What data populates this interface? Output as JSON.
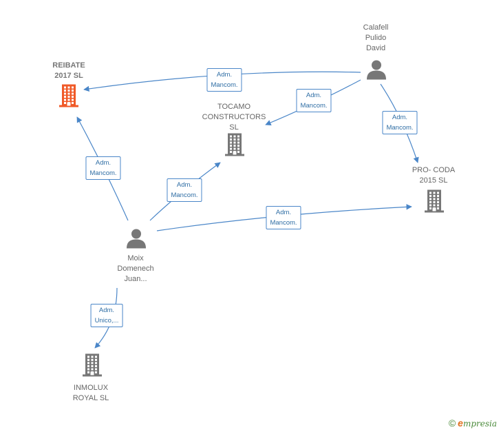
{
  "colors": {
    "edge": "#4a86c8",
    "company": "#777777",
    "company_highlight": "#f05a28",
    "person": "#777777"
  },
  "nodes": {
    "reibate": {
      "label": "REIBATE\n2017  SL",
      "kind": "company",
      "highlight": true
    },
    "tocamo": {
      "label": "TOCAMO\nCONSTRUCTORS\nSL",
      "kind": "company"
    },
    "procoda": {
      "label": "PRO- CODA\n2015  SL",
      "kind": "company"
    },
    "inmolux": {
      "label": "INMOLUX\nROYAL  SL",
      "kind": "company"
    },
    "calafell": {
      "label": "Calafell\nPulido\nDavid",
      "kind": "person"
    },
    "moix": {
      "label": "Moix\nDomenech\nJuan...",
      "kind": "person"
    }
  },
  "edges": [
    {
      "from": "calafell",
      "to": "reibate",
      "label": "Adm.\nMancom."
    },
    {
      "from": "calafell",
      "to": "tocamo",
      "label": "Adm.\nMancom."
    },
    {
      "from": "calafell",
      "to": "procoda",
      "label": "Adm.\nMancom."
    },
    {
      "from": "moix",
      "to": "reibate",
      "label": "Adm.\nMancom."
    },
    {
      "from": "moix",
      "to": "tocamo",
      "label": "Adm.\nMancom."
    },
    {
      "from": "moix",
      "to": "procoda",
      "label": "Adm.\nMancom."
    },
    {
      "from": "moix",
      "to": "inmolux",
      "label": "Adm.\nUnico,..."
    }
  ],
  "footer": {
    "copyright_symbol": "©",
    "brand_initial": "e",
    "brand_rest": "mpresia"
  }
}
